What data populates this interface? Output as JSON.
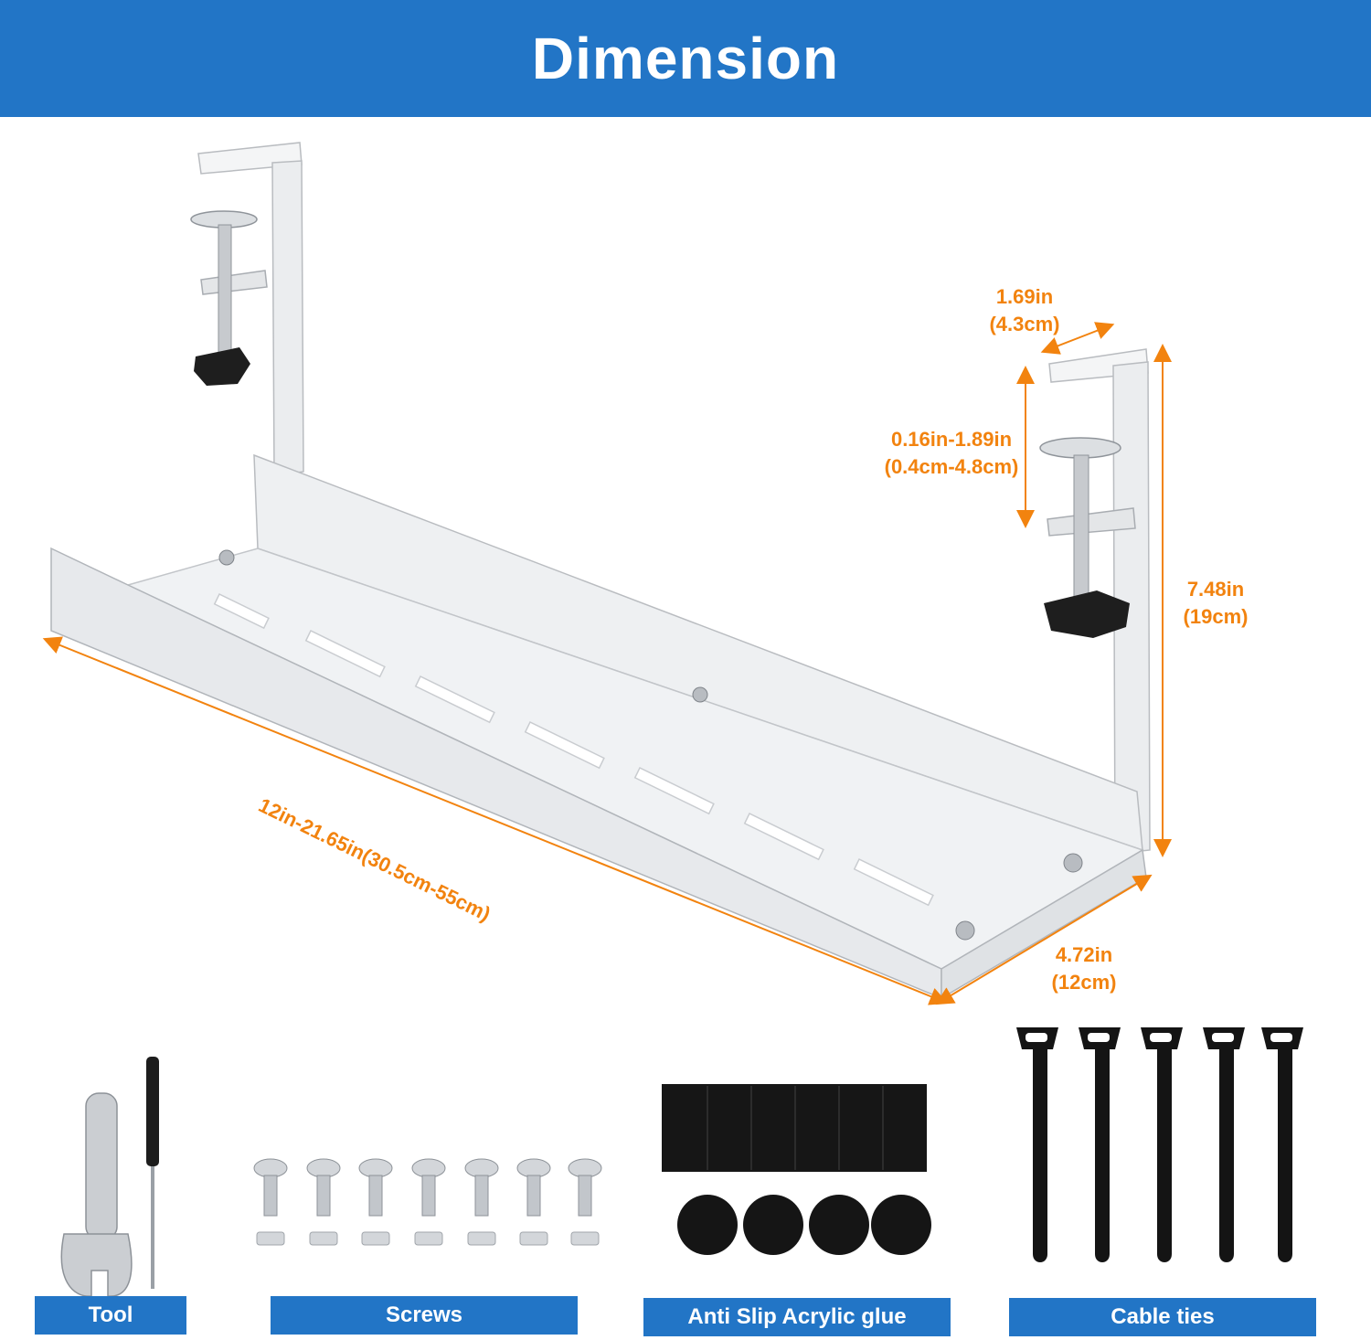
{
  "header": {
    "title": "Dimension"
  },
  "dimensions": {
    "clamp_width": {
      "in": "1.69in",
      "cm": "(4.3cm)"
    },
    "clamp_opening": {
      "in": "0.16in-1.89in",
      "cm": "(0.4cm-4.8cm)"
    },
    "height": {
      "in": "7.48in",
      "cm": "(19cm)"
    },
    "length": "12in-21.65in(30.5cm-55cm)",
    "depth": {
      "in": "4.72in",
      "cm": "(12cm)"
    }
  },
  "accessories": {
    "tool": "Tool",
    "screws": "Screws",
    "glue": "Anti Slip Acrylic glue",
    "ties": "Cable ties"
  },
  "colors": {
    "brand_blue": "#2275c6",
    "dimension_orange": "#f2830f",
    "metal": "#eceef0"
  },
  "icons": [
    "wrench-icon",
    "screwdriver-icon",
    "screw-icon",
    "adhesive-pad-icon",
    "cable-tie-icon"
  ]
}
